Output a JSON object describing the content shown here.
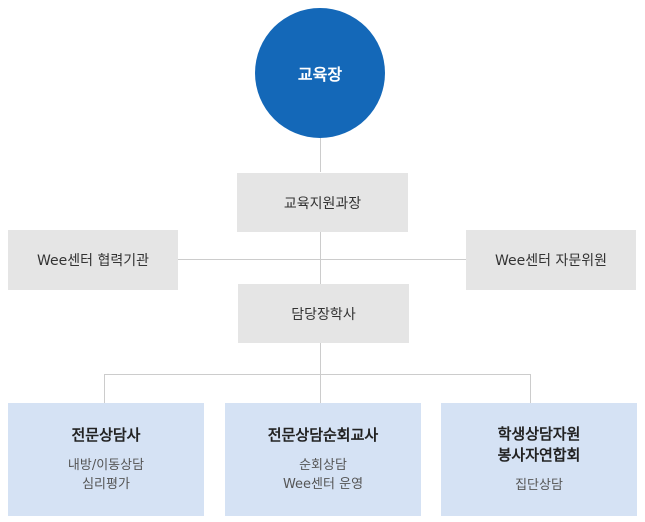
{
  "top": {
    "label": "교육장"
  },
  "mid": {
    "division": "교육지원과장",
    "officer": "담당장학사"
  },
  "side": {
    "left": "Wee센터 협력기관",
    "right": "Wee센터 자문위원"
  },
  "bottom": [
    {
      "title_lines": [
        "전문상담사"
      ],
      "sub_lines": [
        "내방/이동상담",
        "심리평가"
      ]
    },
    {
      "title_lines": [
        "전문상담순회교사"
      ],
      "sub_lines": [
        "순회상담",
        "Wee센터 운영"
      ]
    },
    {
      "title_lines": [
        "학생상담자원",
        "봉사자연합회"
      ],
      "sub_lines": [
        "집단상담"
      ]
    }
  ],
  "colors": {
    "circle": "#1468b8",
    "gray_box": "#e5e5e5",
    "blue_box": "#d5e2f4",
    "connector": "#cccccc"
  }
}
